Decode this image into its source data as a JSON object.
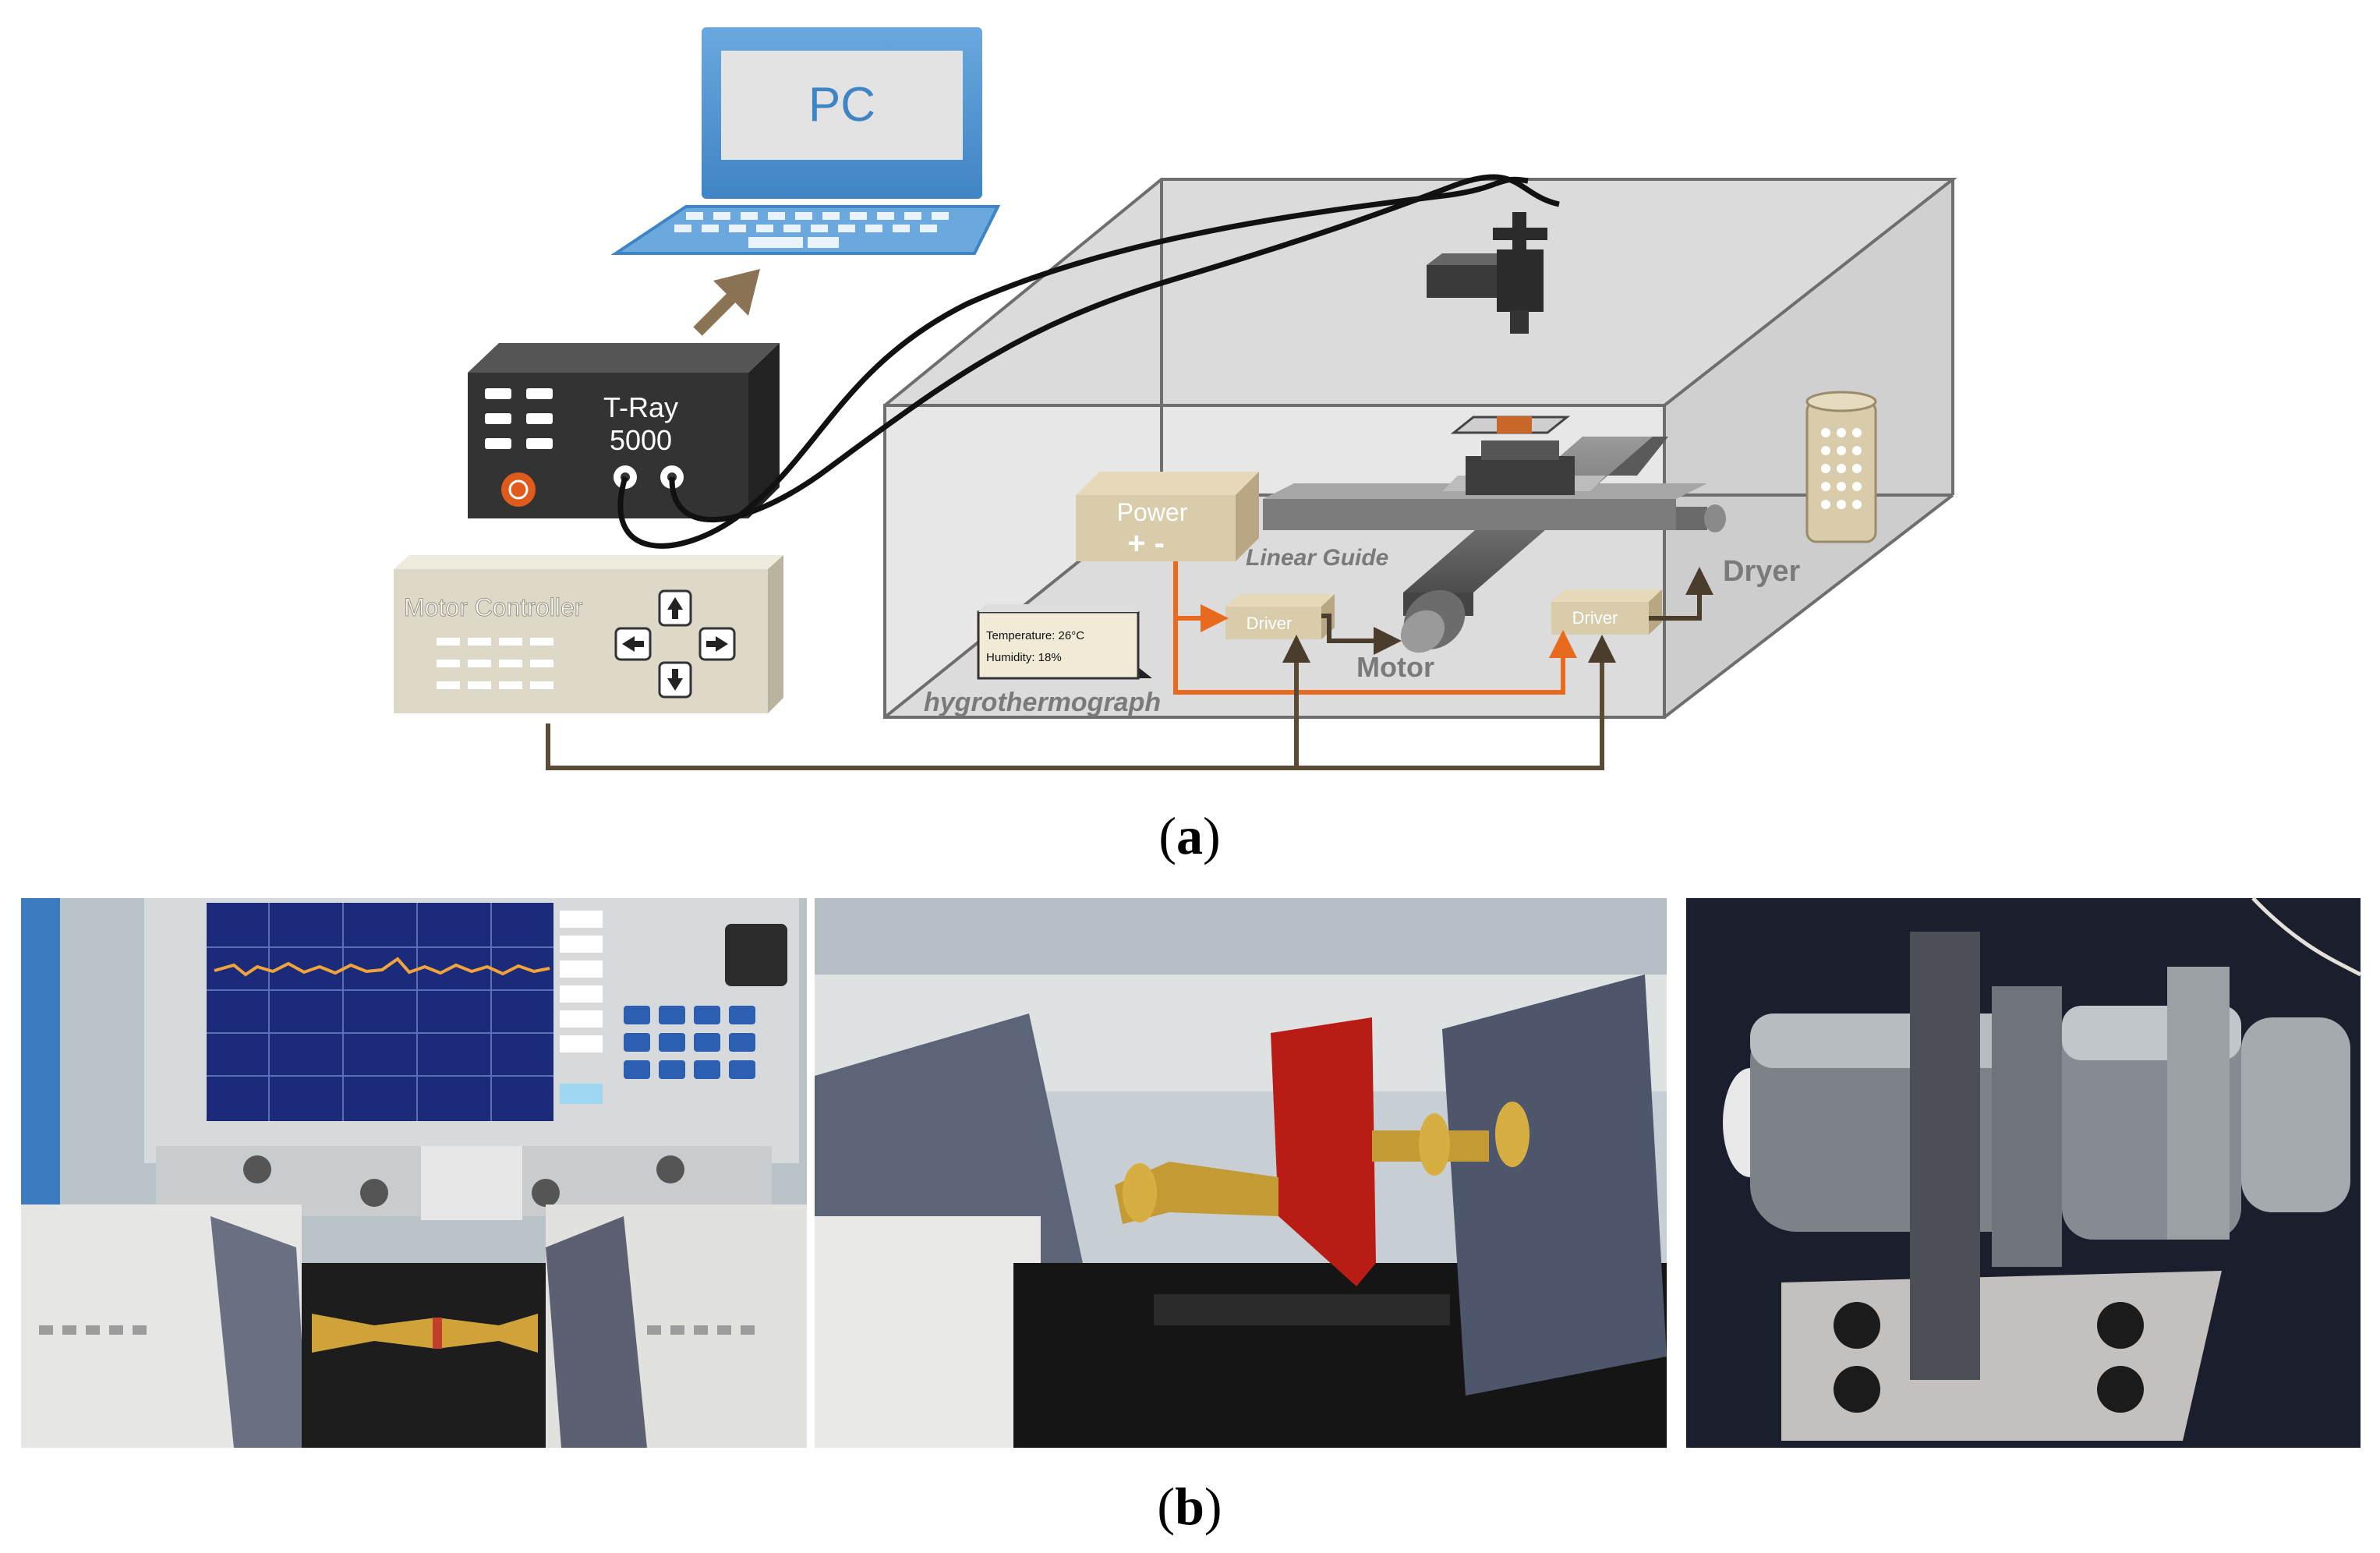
{
  "panel_a": {
    "caption_letter": "a",
    "pc_label": "PC",
    "tray_line1": "T-Ray",
    "tray_line2": "5000",
    "motor_controller_label": "Motor Controller",
    "power_label": "Power",
    "power_sign": "+ -",
    "linear_guide_label": "Linear Guide",
    "dryer_label": "Dryer",
    "driver_left_label": "Driver",
    "driver_right_label": "Driver",
    "motor_label": "Motor",
    "hygro_temperature": "Temperature:  26°C",
    "hygro_humidity": "Humidity:  18%",
    "hygrothermograph_label": "hygrothermograph",
    "colors": {
      "laptop": "#5b9bd5",
      "tray_box": "#333333",
      "controller": "#ddd8c8",
      "driver": "#d9ccab",
      "orange_wire": "#e86a1e",
      "brown_wire": "#5a4a36",
      "chamber": "#c9c9c9"
    }
  },
  "panel_b": {
    "caption_letter": "b",
    "photos": [
      "vna-with-waveguide-fixture-photo",
      "sample-between-waveguide-flanges-photo",
      "threaded-lens-horn-mount-photo"
    ]
  }
}
